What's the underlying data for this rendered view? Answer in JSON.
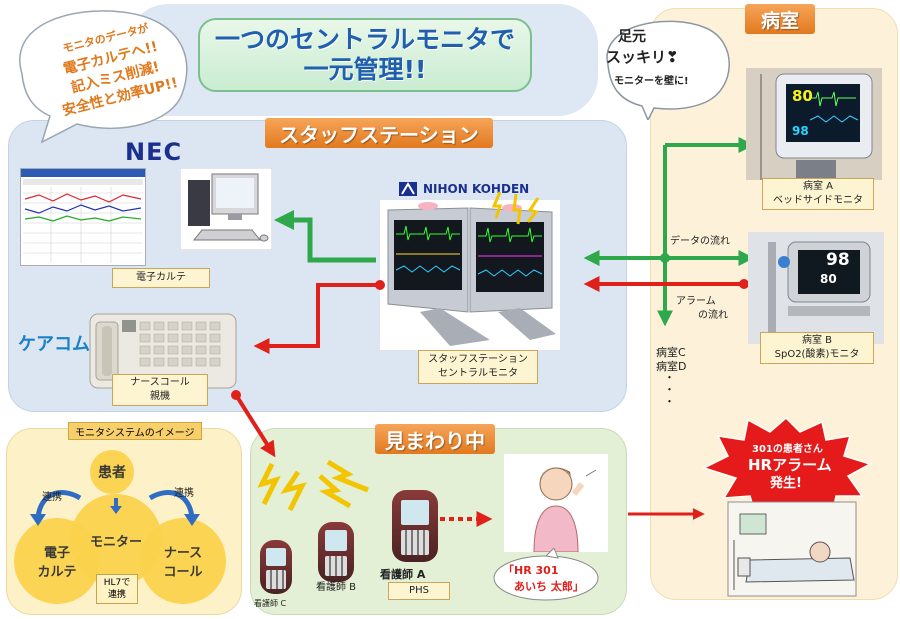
{
  "title": {
    "line1": "一つのセントラルモニタで",
    "line2": "一元管理!!"
  },
  "bubble_left": {
    "lines": [
      "モニタのデータが",
      "電子カルテへ!!",
      "記入ミス削減!",
      "安全性と効率UP!!"
    ]
  },
  "bubble_right": {
    "line1": "足元",
    "line2": "スッキリ❣",
    "line3": "モニターを壁に!"
  },
  "sections": {
    "staff_station": "スタッフステーション",
    "rounds": "見まわり中",
    "ward": "病室"
  },
  "brands": {
    "nec": "NEC",
    "nihon_kohden": "NIHON KOHDEN",
    "carecom": "ケアコム"
  },
  "captions": {
    "emr": "電子カルテ",
    "nurse_call": {
      "line1": "ナースコール",
      "line2": "親機"
    },
    "central_monitor": {
      "line1": "スタッフステーション",
      "line2": "セントラルモニタ"
    },
    "room_a": {
      "line1": "病室 A",
      "line2": "ベッドサイドモニタ"
    },
    "room_b": {
      "line1": "病室 B",
      "line2": "SpO2(酸素)モニタ"
    },
    "phs": "PHS"
  },
  "flow_labels": {
    "data": "データの流れ",
    "alarm_line1": "アラーム",
    "alarm_line2": "の流れ"
  },
  "rooms_more": {
    "c": "病室C",
    "d": "病室D"
  },
  "monitor_readings": {
    "room_a_hr": "80",
    "room_a_spo2": "98",
    "room_b_spo2": "98",
    "room_b_hr": "80"
  },
  "nurses": {
    "a": "看護師 A",
    "b": "看護師 B",
    "c": "看護師 C"
  },
  "patient_alert": {
    "line1": "「HR 301",
    "line2": "あいち 太郎」"
  },
  "alarm_burst": {
    "line1": "301の患者さん",
    "line2": "HRアラーム",
    "line3": "発生!"
  },
  "system_image": {
    "title": "モニタシステムのイメージ",
    "patient": "患者",
    "monitor": "モニター",
    "emr_line1": "電子",
    "emr_line2": "カルテ",
    "nurse_call_line1": "ナース",
    "nurse_call_line2": "コール",
    "link_left": "連携",
    "link_right": "連携",
    "hl7_line1": "HL7で",
    "hl7_line2": "連携"
  },
  "colors": {
    "data_flow": "#2ea84a",
    "alarm_flow": "#e0201b",
    "accent_orange": "#e98530",
    "title_blue": "#1f5fae"
  }
}
